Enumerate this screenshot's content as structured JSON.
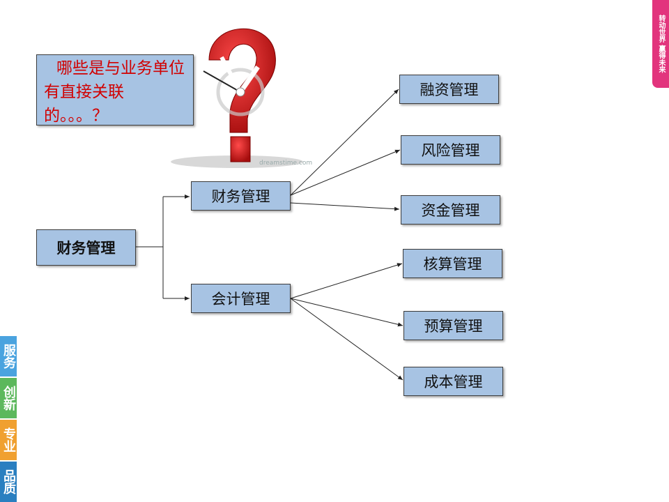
{
  "question": "哪些是与业务单位有直接关联的。。。？",
  "root": "财务管理",
  "branches": [
    {
      "label": "财务管理",
      "children": [
        "融资管理",
        "风险管理",
        "资金管理"
      ]
    },
    {
      "label": "会计管理",
      "children": [
        "核算管理",
        "预算管理",
        "成本管理"
      ]
    }
  ],
  "watermark": "dreamstime.com",
  "brand_tag": "转动世界 赢得未来",
  "side_tabs": [
    {
      "label": "服务",
      "color": "#4aa3df"
    },
    {
      "label": "创新",
      "color": "#5cb85c"
    },
    {
      "label": "专业",
      "color": "#f0a030"
    },
    {
      "label": "品质",
      "color": "#2a7fc0"
    }
  ]
}
